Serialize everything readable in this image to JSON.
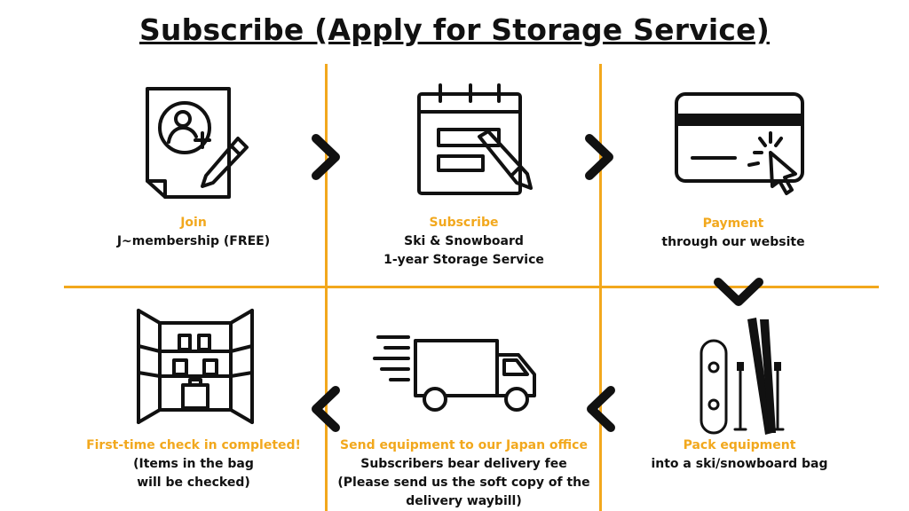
{
  "title": "Subscribe (Apply for Storage Service)",
  "colors": {
    "accent": "#f2a81d",
    "ink": "#111111"
  },
  "steps": [
    {
      "heading": "Join",
      "lines": [
        "J~membership (FREE)"
      ],
      "icon": "membership-form-icon"
    },
    {
      "heading": "Subscribe",
      "lines": [
        "Ski & Snowboard",
        "1-year Storage Service"
      ],
      "icon": "calendar-form-icon"
    },
    {
      "heading": "Payment",
      "lines": [
        "through our website"
      ],
      "icon": "credit-card-click-icon"
    },
    {
      "heading": "Pack equipment",
      "lines": [
        "into a ski/snowboard bag"
      ],
      "icon": "ski-snowboard-icon"
    },
    {
      "heading": "Send equipment to our Japan office",
      "lines": [
        "Subscribers bear delivery fee",
        "(Please send us the soft copy of the",
        "delivery waybill)"
      ],
      "icon": "delivery-truck-icon"
    },
    {
      "heading": "First-time check in completed!",
      "lines": [
        "(Items in the bag",
        "will be checked)"
      ],
      "icon": "storage-shelves-icon"
    }
  ]
}
